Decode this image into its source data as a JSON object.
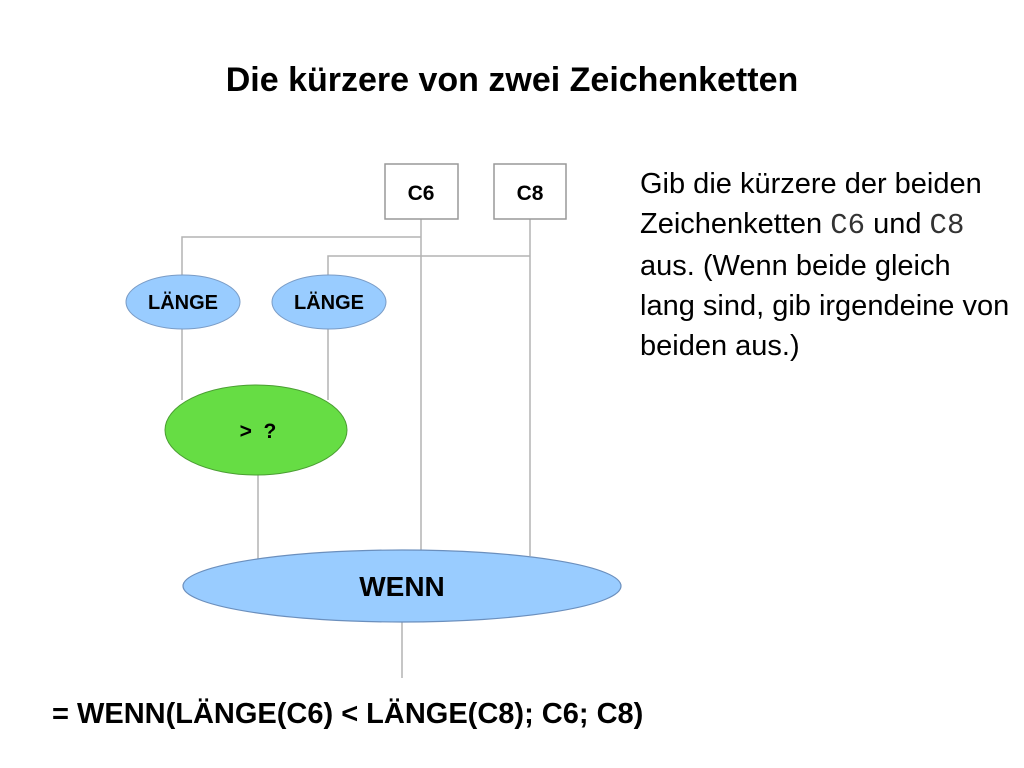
{
  "title": "Die kürzere von zwei Zeichenketten",
  "diagram": {
    "cell_c6": "C6",
    "cell_c8": "C8",
    "laenge_left": "LÄNGE",
    "laenge_right": "LÄNGE",
    "compare": ">  ?",
    "wenn": "WENN"
  },
  "description": {
    "part1": "Gib die kürzere der beiden Zeichenketten ",
    "ref1": "C6",
    "part2": " und ",
    "ref2": "C8",
    "part3": " aus. (Wenn beide gleich lang sind, gib irgendeine von beiden aus.)"
  },
  "formula": "= WENN(LÄNGE(C6) < LÄNGE(C8); C6; C8)",
  "colors": {
    "function_node": "#99ccff",
    "compare_node": "#66dd44",
    "connector": "#b3b3b3",
    "cell_border": "#999999"
  }
}
